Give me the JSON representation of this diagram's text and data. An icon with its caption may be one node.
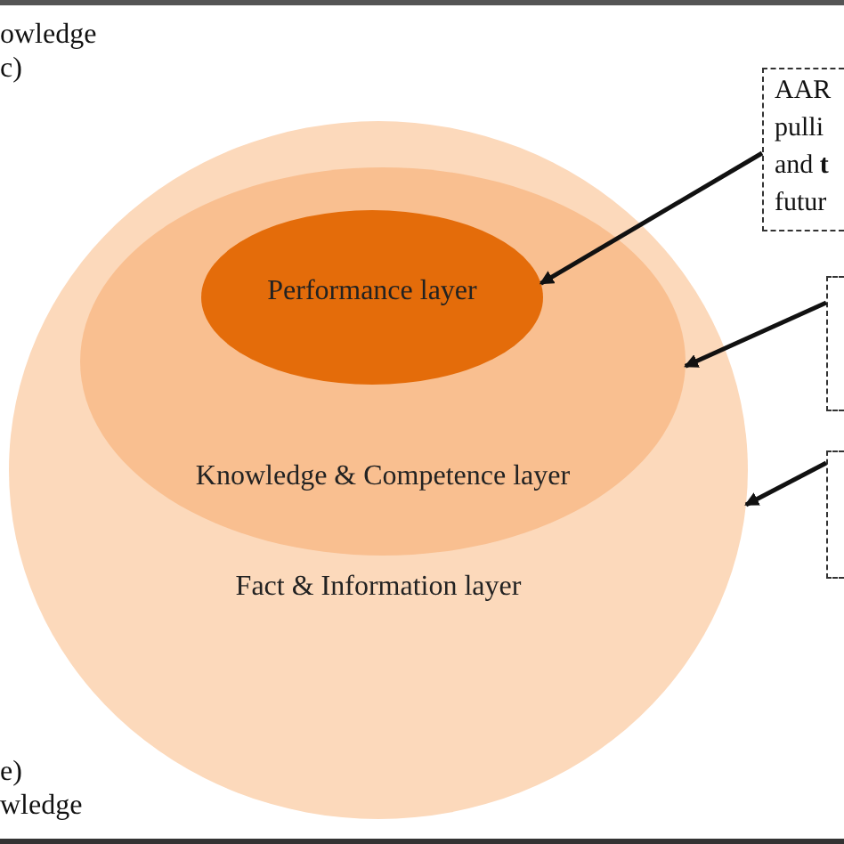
{
  "diagram": {
    "nodes": [
      {
        "text": [
          "Fact & Information layer"
        ]
      },
      {
        "text": [
          "Knowledge & Competence layer"
        ],
        "in": 0
      },
      {
        "text": [
          "Performance layer"
        ],
        "in": 1
      },
      {
        "text": [
          "AAR pulli and **t** futur"
        ]
      },
      {
        "text": [],
        "shape": "box"
      },
      {
        "text": [],
        "shape": "box"
      }
    ],
    "edges": [
      {
        "from": 3,
        "to": 2,
        "arrow": "to"
      },
      {
        "from": 4,
        "to": 1,
        "arrow": "to"
      },
      {
        "from": 5,
        "to": 0,
        "arrow": "to"
      }
    ],
    "labels": [
      "owledge c)",
      "e) wledge"
    ]
  }
}
